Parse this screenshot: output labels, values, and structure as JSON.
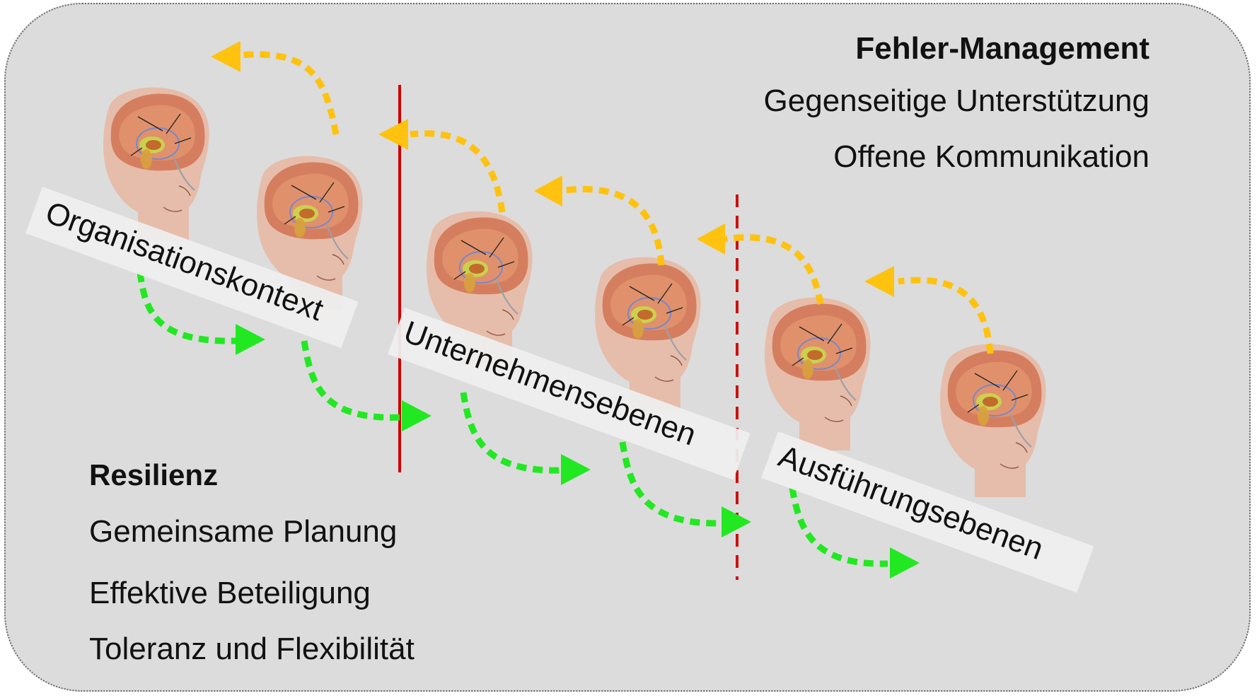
{
  "fehler_management": {
    "title": "Fehler-Management",
    "items": [
      "Gegenseitige Unterstützung",
      "Offene Kommunikation"
    ]
  },
  "resilienz": {
    "title": "Resilienz",
    "items": [
      "Gemeinsame Planung",
      "Effektive Beteiligung",
      "Toleranz und Flexibilität"
    ]
  },
  "levels": [
    "Organisationskontext",
    "Unternehmensebenen",
    "Ausführungsebenen"
  ],
  "colors": {
    "panel": "#dcdcdc",
    "upward_arrow": "#ffc20e",
    "downward_arrow": "#22e822",
    "solid_divider": "#cc0000",
    "dashed_divider": "#cc1111"
  },
  "head_icon": "brain-head-icon"
}
